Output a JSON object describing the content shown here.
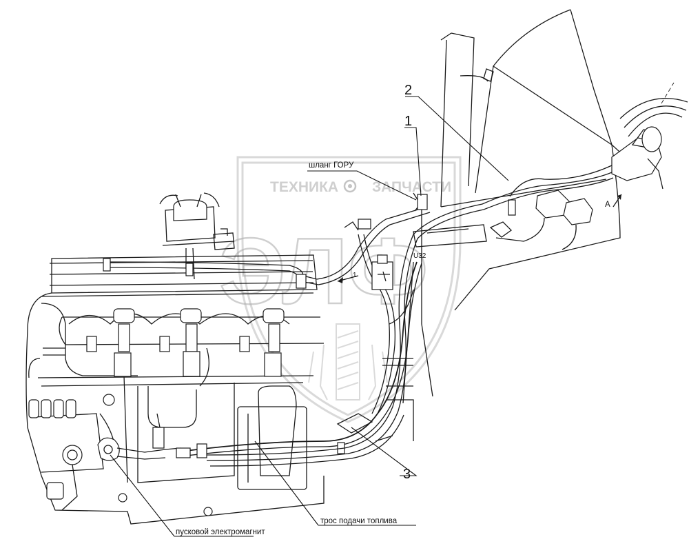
{
  "callouts": {
    "c1": "1",
    "c2": "2",
    "c3": "3"
  },
  "labels": {
    "hose": "шланг ГОРУ",
    "starter_solenoid": "пусковой электромагнит",
    "fuel_cable": "трос подачи топлива",
    "view_a": "А"
  },
  "watermark": {
    "brand_left": "ТЕХНИКА",
    "brand_right": "ЗАПЧАСТИ",
    "monogram": "ЭЛФ"
  }
}
